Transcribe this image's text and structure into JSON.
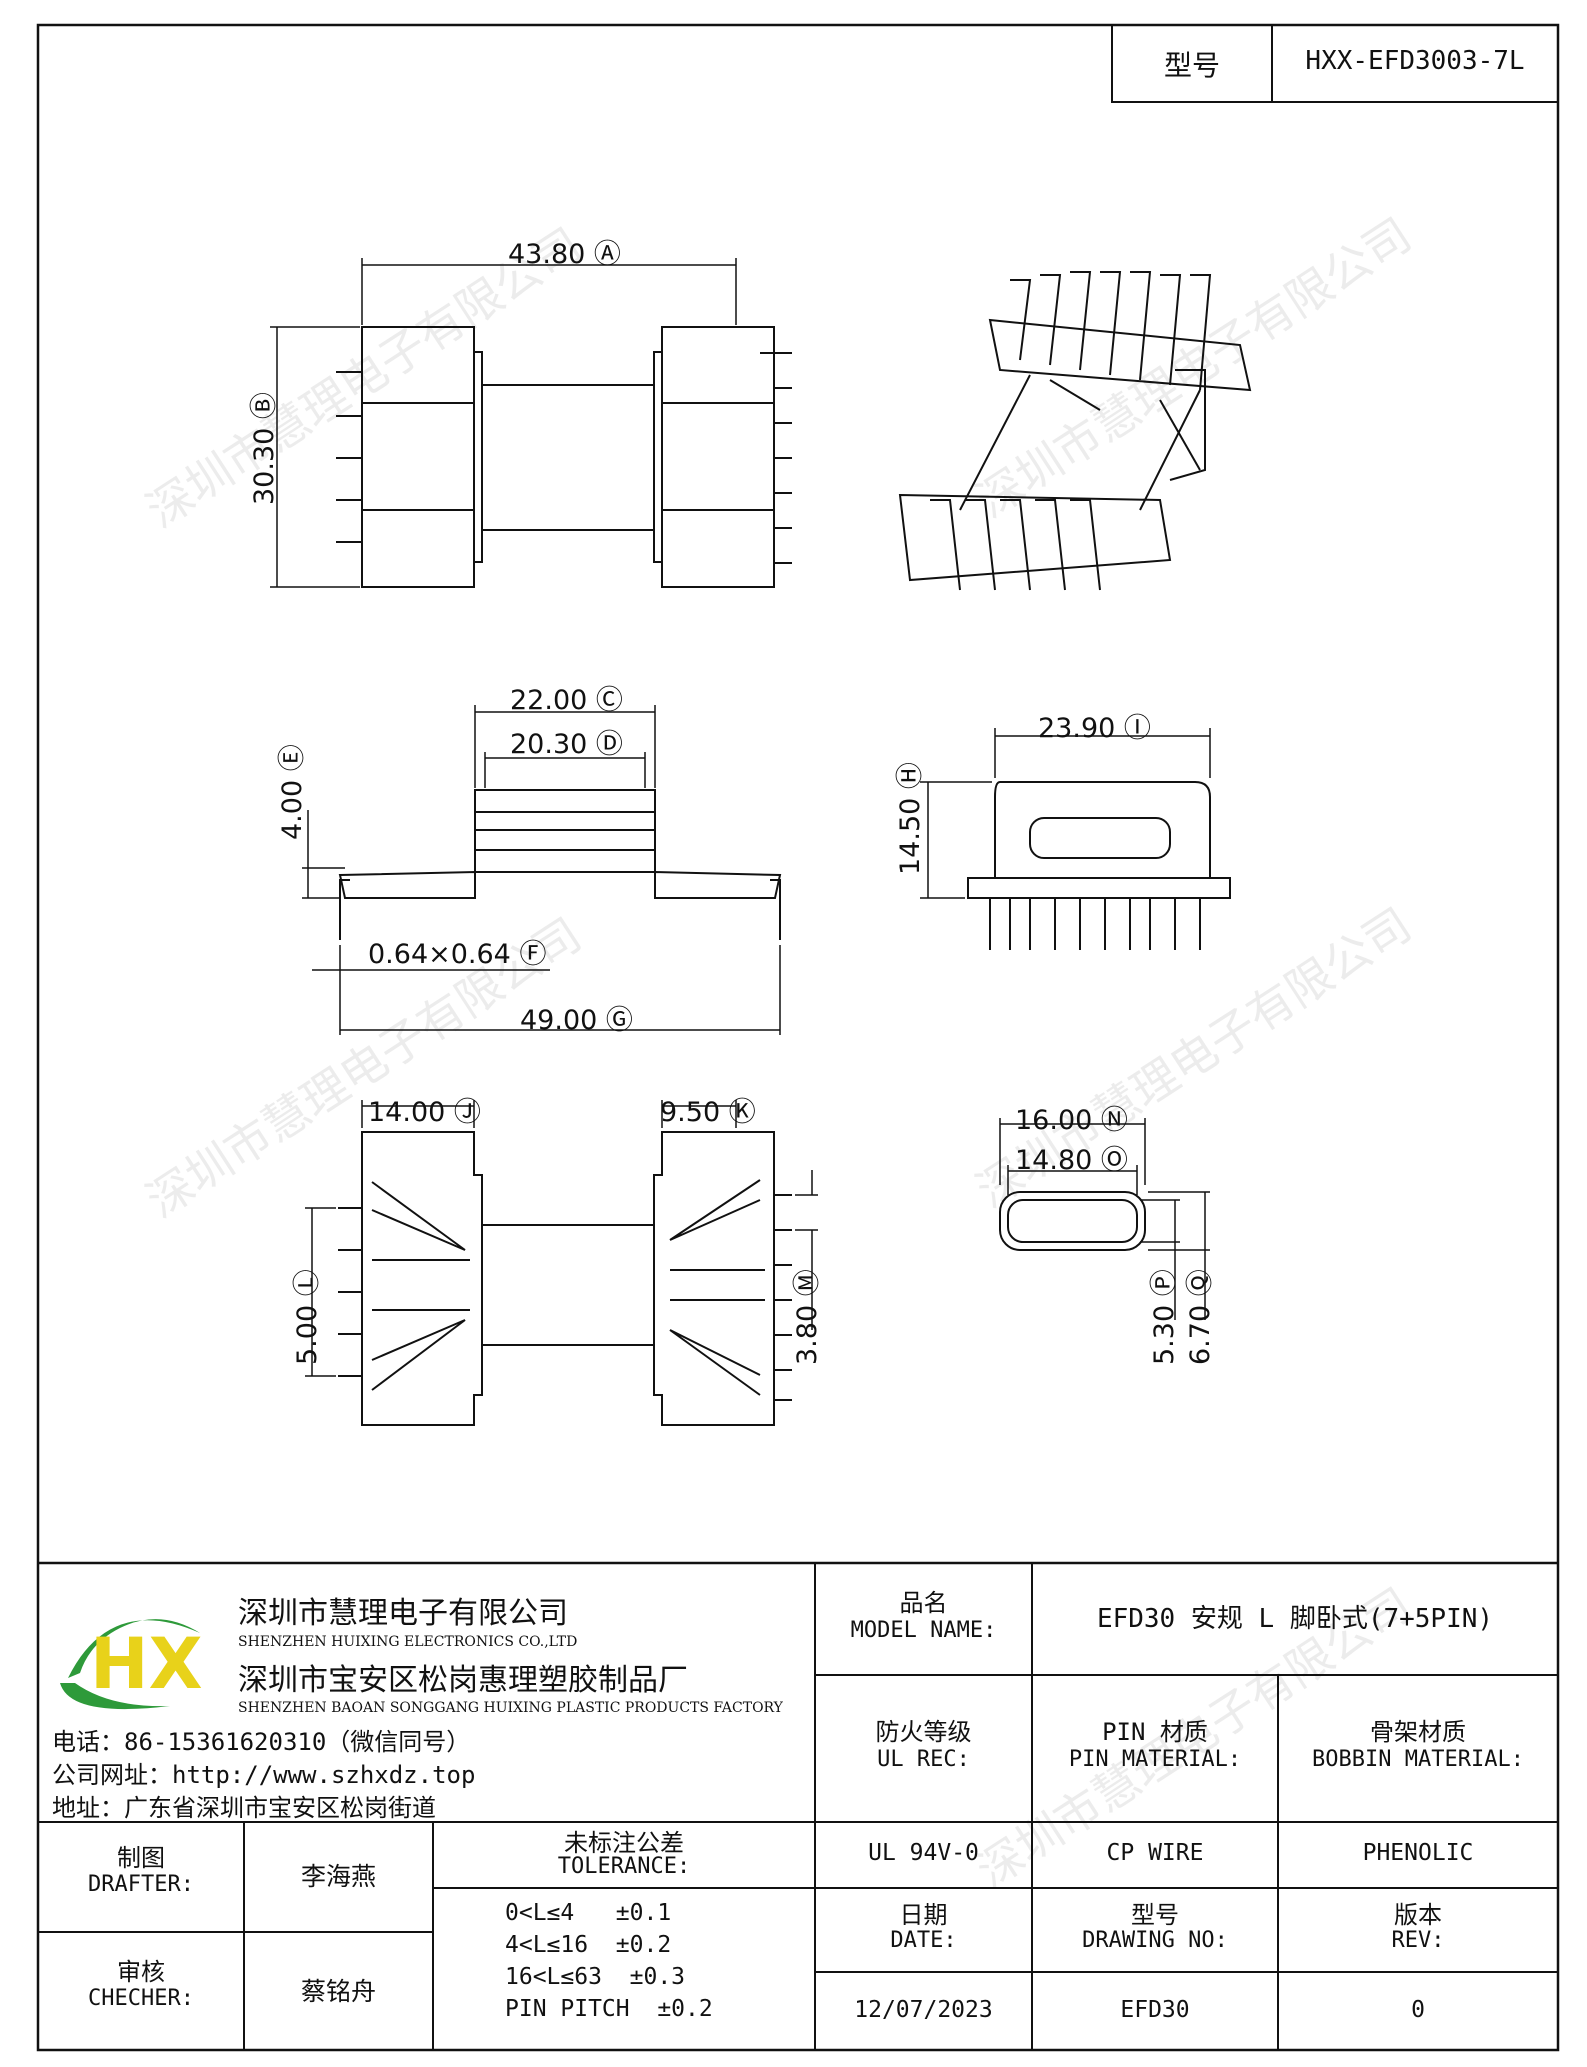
{
  "header": {
    "model_label": "型号",
    "model_value": "HXX-EFD3003-7L"
  },
  "dimensions": {
    "A": "43.80",
    "B": "30.30",
    "C": "22.00",
    "D": "20.30",
    "E": "4.00",
    "F": "0.64×0.64",
    "G": "49.00",
    "H": "14.50",
    "I": "23.90",
    "J": "14.00",
    "K": "9.50",
    "L": "5.00",
    "M": "3.80",
    "N": "16.00",
    "O": "14.80",
    "P": "5.30",
    "Q": "6.70"
  },
  "dim_letters": [
    "A",
    "B",
    "C",
    "D",
    "E",
    "F",
    "G",
    "H",
    "I",
    "J",
    "K",
    "L",
    "M",
    "N",
    "O",
    "P",
    "Q"
  ],
  "watermark": "深圳市慧理电子有限公司",
  "company": {
    "name_cn": "深圳市慧理电子有限公司",
    "name_en": "SHENZHEN HUIXING ELECTRONICS CO.,LTD",
    "factory_cn": "深圳市宝安区松岗惠理塑胶制品厂",
    "factory_en": "SHENZHEN BAOAN SONGGANG HUIXING PLASTIC PRODUCTS FACTORY",
    "phone": "电话：86-15361620310（微信同号）",
    "website": "公司网址：http://www.szhxdz.top",
    "address": "地址：广东省深圳市宝安区松岗街道",
    "logo_text": "HX",
    "colors": {
      "green": "#2e9a3a",
      "yellow": "#e8d21a",
      "dark_green": "#1d6e28"
    }
  },
  "table": {
    "model_name_cn": "品名",
    "model_name_en": "MODEL NAME:",
    "model_name_value": "EFD30 安规 L 脚卧式(7+5PIN)",
    "ul_rec_cn": "防火等级",
    "ul_rec_en": "UL REC:",
    "pin_material_cn": "PIN 材质",
    "pin_material_en": "PIN MATERIAL:",
    "bobbin_material_cn": "骨架材质",
    "bobbin_material_en": "BOBBIN MATERIAL:",
    "ul_value": "UL 94V-0",
    "pin_value": "CP WIRE",
    "bobbin_value": "PHENOLIC",
    "drafter_cn": "制图",
    "drafter_en": "DRAFTER:",
    "drafter_name": "李海燕",
    "checker_cn": "审核",
    "checker_en": "CHECHER:",
    "checker_name": "蔡铭舟",
    "tolerance_cn": "未标注公差",
    "tolerance_en": "TOLERANCE:",
    "tolerance_lines": [
      "0<L≤4   ±0.1",
      "4<L≤16  ±0.2",
      "16<L≤63  ±0.3",
      "PIN PITCH  ±0.2"
    ],
    "date_cn": "日期",
    "date_en": "DATE:",
    "date_value": "12/07/2023",
    "drawing_no_cn": "型号",
    "drawing_no_en": "DRAWING NO:",
    "drawing_no_value": "EFD30",
    "rev_cn": "版本",
    "rev_en": "REV:",
    "rev_value": "0"
  }
}
